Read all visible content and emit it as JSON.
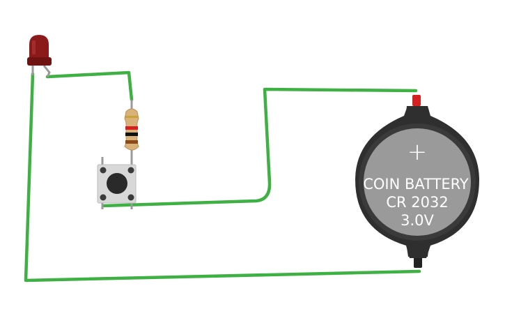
{
  "colors": {
    "wire": "#3fb043",
    "led": "#8b1a1a",
    "led_highlight": "#b43a3a",
    "battery_holder": "#2f2f2f",
    "battery_cell": "#9a9a9a",
    "battery_text": "#ffffff",
    "resistor_body": "#d9b27a",
    "button_body": "#d8d8d8",
    "button_cap": "#2a2a2a",
    "terminal_positive": "#d42020",
    "terminal_negative": "#222222"
  },
  "resistor_bands": [
    "#d42020",
    "#111111",
    "#8b4a1a",
    "#c9a23a"
  ],
  "battery": {
    "line1": "COIN BATTERY",
    "line2": "CR 2032",
    "line3": "3.0V",
    "plus_symbol": "+"
  },
  "components": {
    "led": "red-led-icon",
    "resistor": "resistor-icon",
    "button": "pushbutton-icon",
    "battery": "coin-battery-icon"
  }
}
